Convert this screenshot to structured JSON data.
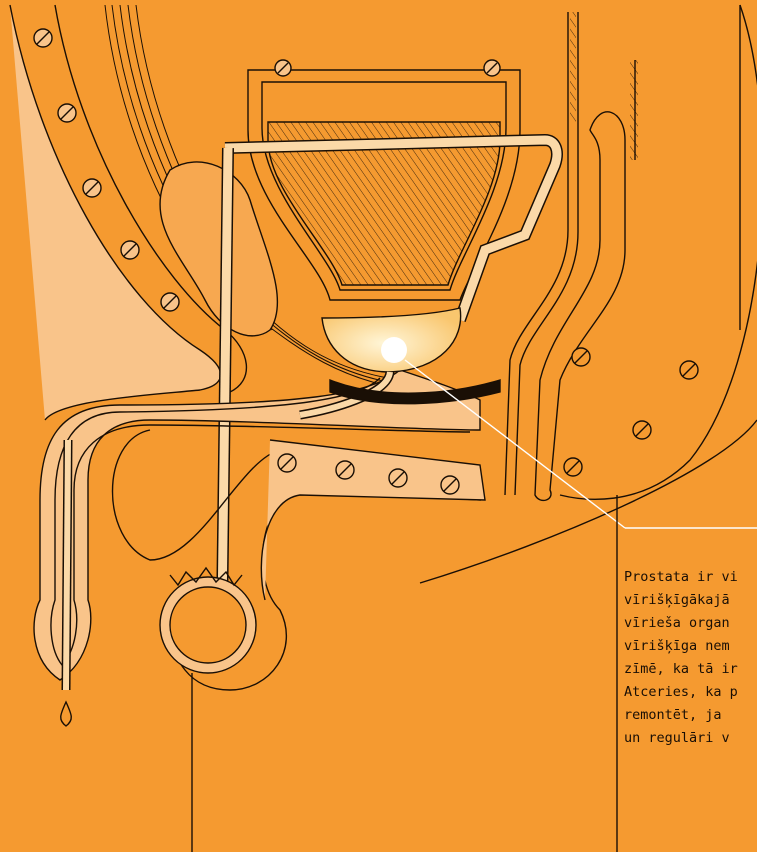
{
  "caption": {
    "lines": [
      "Prostata ir vi",
      "vīrišķīgākajā",
      "vīrieša organ",
      "vīrišķīga nem",
      "zīmē, ka tā ir",
      "Atceries, ka p",
      "remontēt, ja",
      "un regulāri v"
    ]
  },
  "colors": {
    "background": "#F59A30",
    "tube_fill": "#F9C48A",
    "light_fill": "#FBD9A8",
    "outline": "#1a0f05",
    "highlight": "#FFFFFF"
  }
}
